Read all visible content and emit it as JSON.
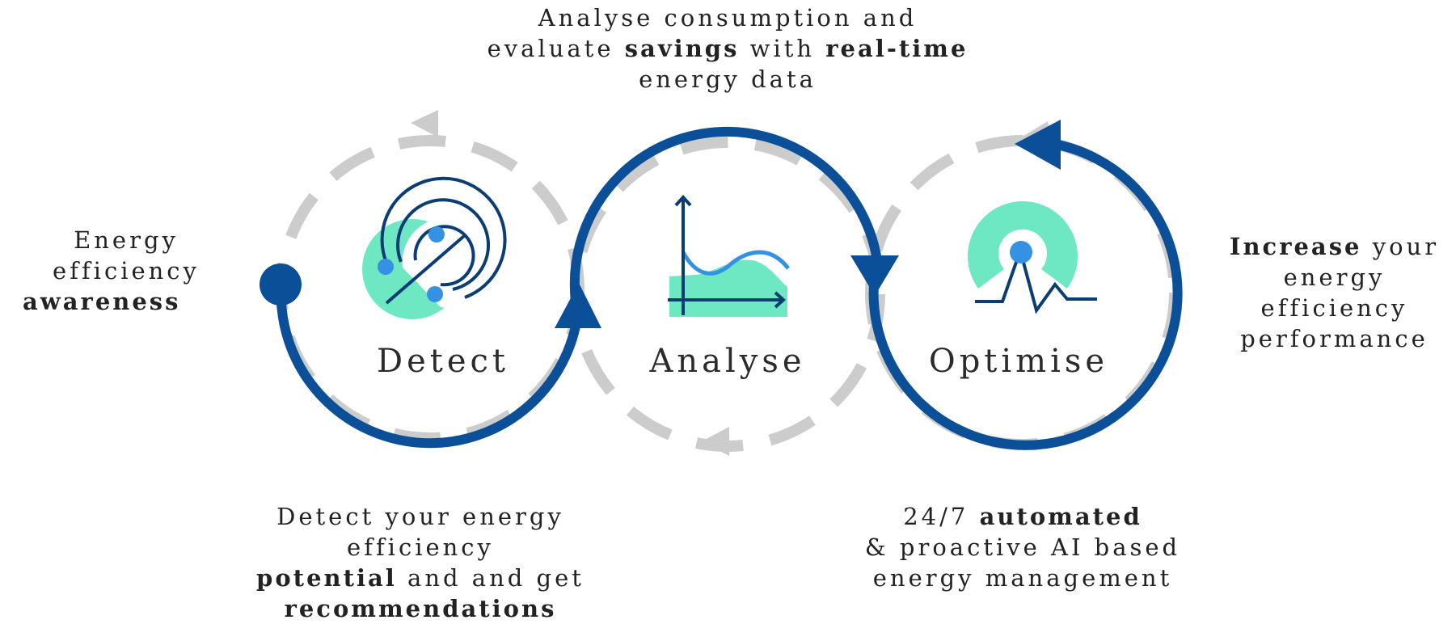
{
  "colors": {
    "blue": "#0a4f97",
    "grey": "#cccccc",
    "mint": "#6ee8c3",
    "accent_blue": "#3592e3"
  },
  "stages": {
    "detect": {
      "label": "Detect",
      "icon": "radar-icon"
    },
    "analyse": {
      "label": "Analyse",
      "icon": "line-chart-icon"
    },
    "optimise": {
      "label": "Optimise",
      "icon": "gauge-pulse-icon"
    }
  },
  "captions": {
    "analyse": {
      "line1": "Analyse consumption and",
      "line2_a": "evaluate ",
      "line2_b": "savings",
      "line2_c": " with ",
      "line2_d": "real-time",
      "line3": "energy data"
    },
    "awareness": {
      "line1": "Energy efficiency",
      "line2": "awareness"
    },
    "increase": {
      "line1_a": "Increase",
      "line1_b": " your",
      "line2": "energy efficiency",
      "line3": "performance"
    },
    "detect": {
      "line1": "Detect your energy efficiency",
      "line2_a": "potential",
      "line2_b": " and and get",
      "line3": "recommendations"
    },
    "optimise": {
      "line1_a": "24/7 ",
      "line1_b": "automated",
      "line2": "& proactive AI based",
      "line3": "energy management"
    }
  }
}
